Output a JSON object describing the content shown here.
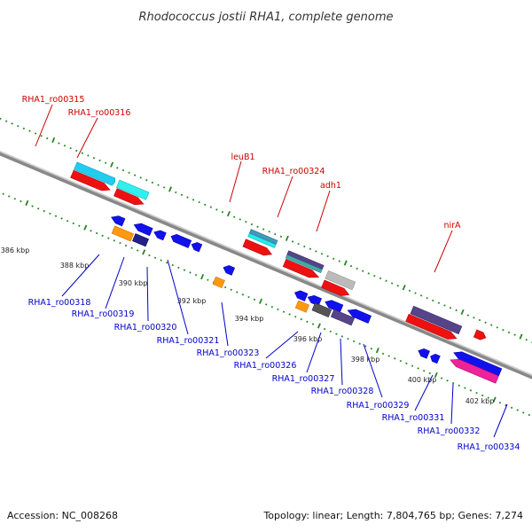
{
  "title": "Rhodococcus jostii RHA1, complete genome",
  "footer": {
    "accession": "Accession: NC_008268",
    "topology": "Topology: linear; Length: 7,804,765 bp; Genes: 7,274"
  },
  "scale_labels": [
    "386 kbp",
    "388 kbp",
    "390 kbp",
    "392 kbp",
    "394 kbp",
    "396 kbp",
    "398 kbp",
    "400 kbp",
    "402 kbp"
  ],
  "top_labels": [
    "RHA1_ro00315",
    "RHA1_ro00316",
    "leuB1",
    "RHA1_ro00324",
    "adh1",
    "nirA"
  ],
  "bottom_labels": [
    "RHA1_ro00318",
    "RHA1_ro00319",
    "RHA1_ro00320",
    "RHA1_ro00321",
    "RHA1_ro00323",
    "RHA1_ro00326",
    "RHA1_ro00327",
    "RHA1_ro00328",
    "RHA1_ro00329",
    "RHA1_ro00331",
    "RHA1_ro00332",
    "RHA1_ro00334"
  ],
  "colors": {
    "cds_forward": "#ee1111",
    "cds_reverse": "#1111ee",
    "backbone": "#888888",
    "ticks": "#228822",
    "gene_cyan": "#22ccee",
    "gene_orange": "#ff9911",
    "gene_navy": "#222288",
    "gene_purple": "#554488",
    "gene_silver": "#bbbbbb",
    "gene_gray": "#555555",
    "gene_magenta": "#ee2299",
    "label_top": "#cc0000",
    "label_bottom": "#0000cc"
  }
}
